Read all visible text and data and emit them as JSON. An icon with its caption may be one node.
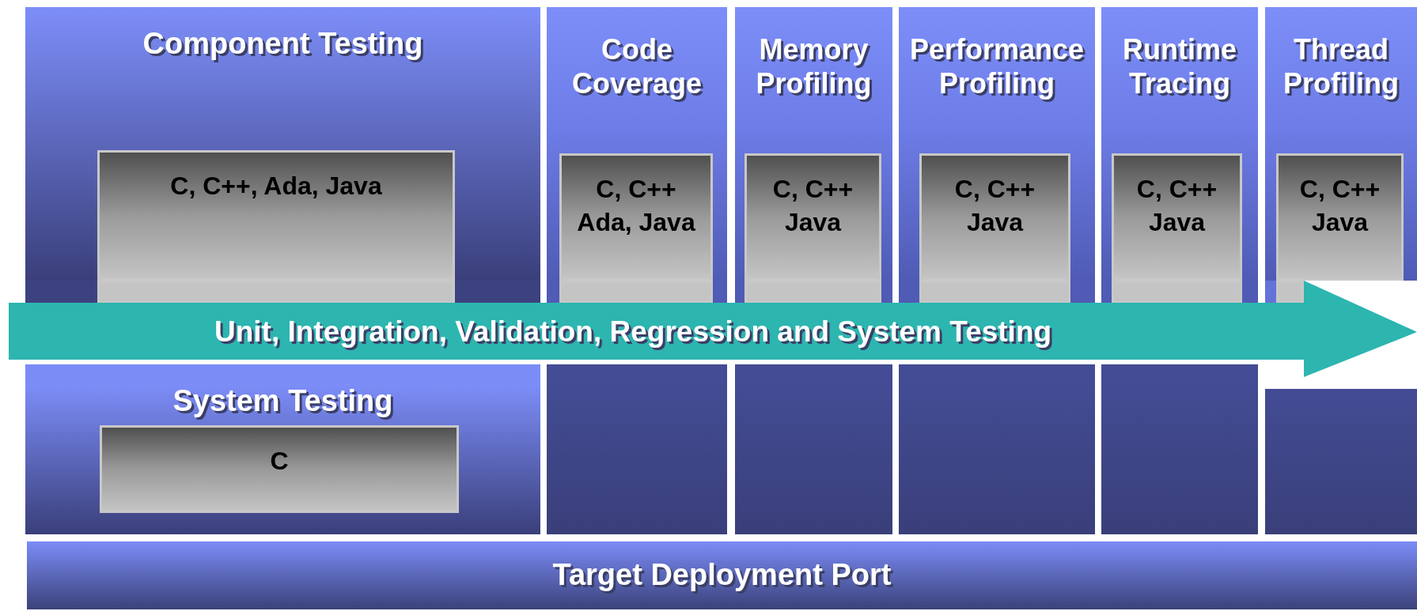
{
  "diagram": {
    "nodes": [
      {
        "text": [
          "Component Testing"
        ]
      },
      {
        "text": [
          "C, C++, Ada, Java"
        ],
        "in": 0
      },
      {
        "text": [
          "Code Coverage"
        ]
      },
      {
        "text": [
          "C, C++ Ada, Java"
        ],
        "in": 2
      },
      {
        "text": [
          "Memory Profiling"
        ]
      },
      {
        "text": [
          "C, C++ Java"
        ],
        "in": 4
      },
      {
        "text": [
          "Performance Profiling"
        ]
      },
      {
        "text": [
          "C, C++ Java"
        ],
        "in": 6
      },
      {
        "text": [
          "Runtime Tracing"
        ]
      },
      {
        "text": [
          "C, C++ Java"
        ],
        "in": 8
      },
      {
        "text": [
          "Thread Profiling"
        ]
      },
      {
        "text": [
          "C, C++ Java"
        ],
        "in": 10
      },
      {
        "text": [
          "Unit, Integration, Validation, Regression and System Testing"
        ]
      },
      {
        "text": [
          "System Testing"
        ]
      },
      {
        "text": [
          "C"
        ],
        "in": 13
      },
      {
        "text": [
          "Target Deployment Port"
        ]
      },
      {
        "text": [],
        "shape": "box"
      },
      {
        "text": [],
        "shape": "box"
      },
      {
        "text": [],
        "shape": "box"
      },
      {
        "text": [],
        "shape": "box"
      },
      {
        "text": [],
        "shape": "box"
      }
    ]
  }
}
